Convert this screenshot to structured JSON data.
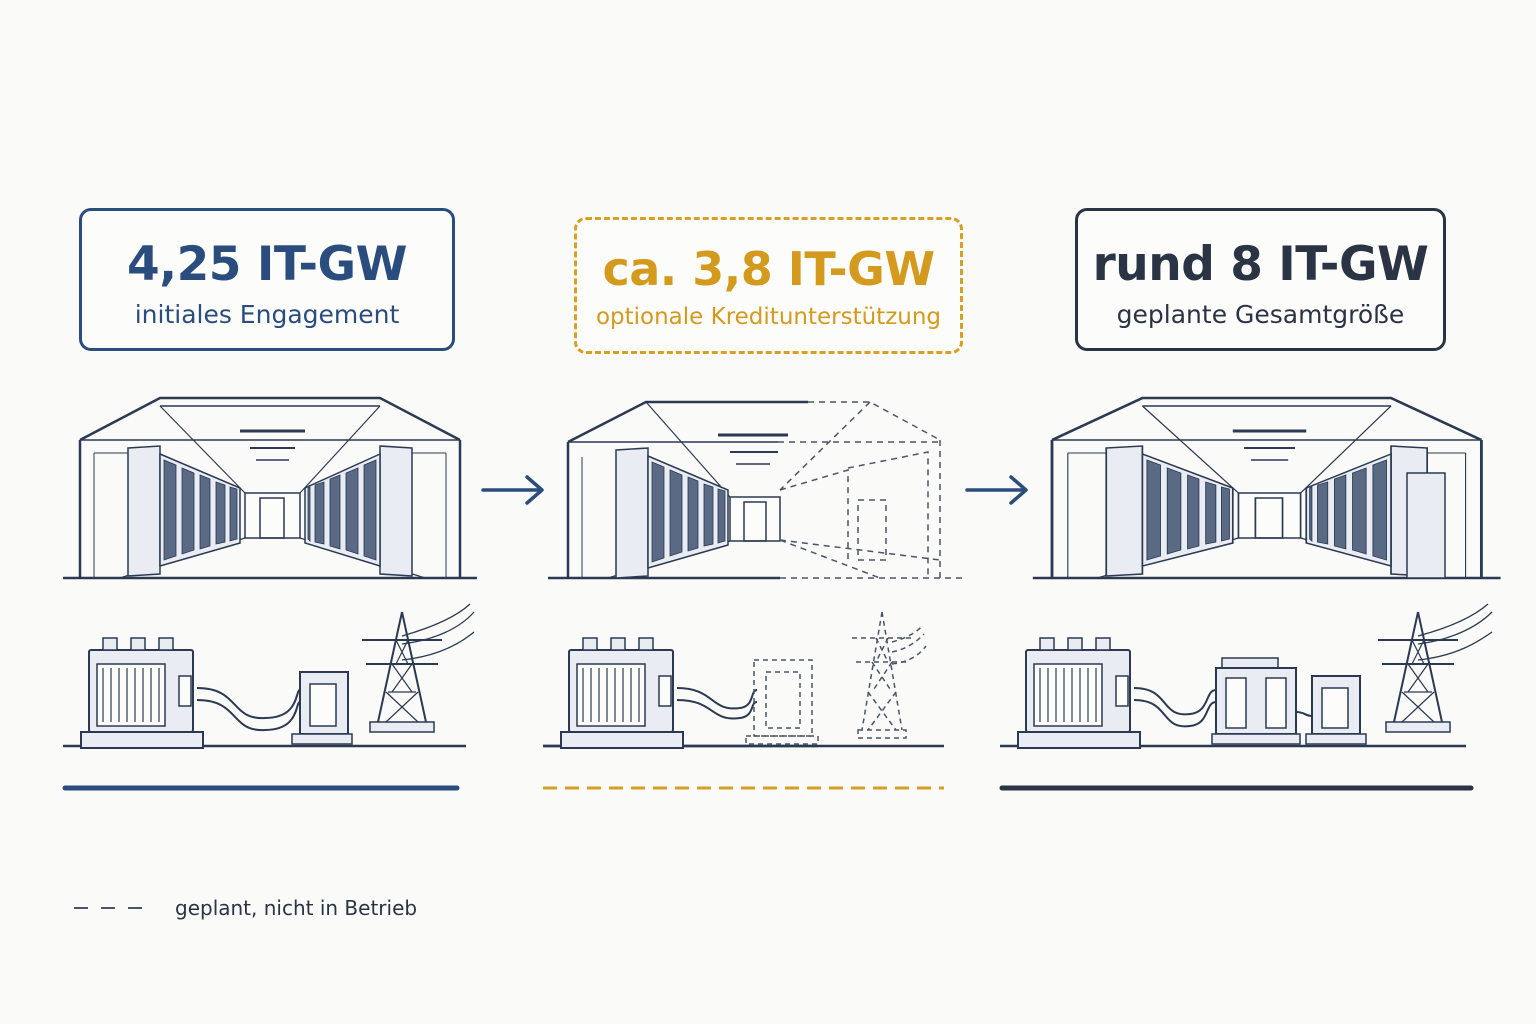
{
  "stages": [
    {
      "value": "4,25 IT-GW",
      "label": "initiales Engagement",
      "status": "solid",
      "color": "#2b4d7e"
    },
    {
      "value": "ca. 3,8 IT-GW",
      "label": "optionale Kreditunterstützung",
      "status": "planned",
      "color": "#d7a024"
    },
    {
      "value": "rund 8 IT-GW",
      "label": "geplante Gesamtgröße",
      "status": "solid",
      "color": "#2a3444"
    }
  ],
  "legend": {
    "label": "geplant, nicht in Betrieb"
  },
  "icons": [
    "data-center-hall-icon",
    "transformer-icon",
    "switchgear-cabinet-icon",
    "power-pylon-icon",
    "arrow-right-icon"
  ],
  "colors": {
    "line": "#2b3a52",
    "fill": "#e9ecf2",
    "accent_blue": "#2b4d7e",
    "accent_gold": "#d7a024",
    "dark": "#2a3444"
  }
}
